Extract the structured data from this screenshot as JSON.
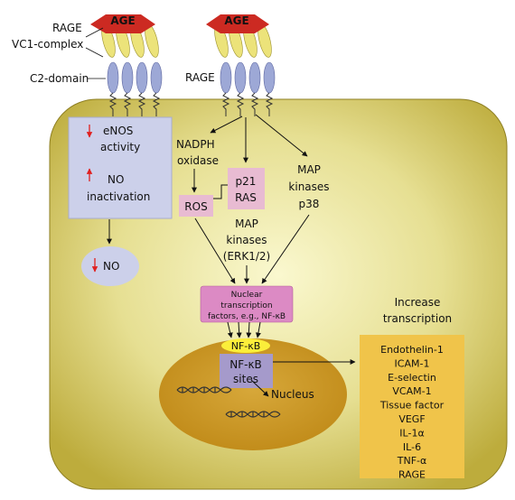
{
  "receptor_left": {
    "age": "AGE",
    "rage": "RAGE",
    "vc1": "VC1-complex",
    "c2": "C2-domain"
  },
  "receptor_right": {
    "age": "AGE",
    "rage": "RAGE"
  },
  "enos_box": {
    "line1": "eNOS",
    "line2": "activity",
    "line3": "NO",
    "line4": "inactivation"
  },
  "no_oval": "NO",
  "nadph": {
    "line1": "NADPH",
    "line2": "oxidase"
  },
  "ros": "ROS",
  "p21": {
    "line1": "p21",
    "line2": "RAS"
  },
  "map_p38": {
    "line1": "MAP",
    "line2": "kinases",
    "line3": "p38"
  },
  "map_erk": {
    "line1": "MAP",
    "line2": "kinases",
    "line3": "(ERK1/2)"
  },
  "ntf": {
    "line1": "Nuclear",
    "line2": "transcription",
    "line3": "factors, e.g., NF-κB"
  },
  "nfkb": "NF-κB",
  "nfkb_sites": {
    "line1": "NF-κB",
    "line2": "sites"
  },
  "nucleus": "Nucleus",
  "increase": {
    "line1": "Increase",
    "line2": "transcription"
  },
  "genes": [
    "Endothelin-1",
    "ICAM-1",
    "E-selectin",
    "VCAM-1",
    "Tissue factor",
    "VEGF",
    "IL-1α",
    "IL-6",
    "TNF-α",
    "RAGE"
  ],
  "colors": {
    "age": "#cc2a22",
    "vc1": "#ece37a",
    "c2": "#9da8d6",
    "cell": "#c6b745",
    "lavender": "#ccd0ea",
    "pink": "#e8bbd2",
    "ntf": "#dc8ac4",
    "nucleus": "#c8951f",
    "nfkb_oval": "#fbee3a",
    "purple": "#a59acb",
    "genes": "#f0c44a",
    "red": "#e02020"
  }
}
